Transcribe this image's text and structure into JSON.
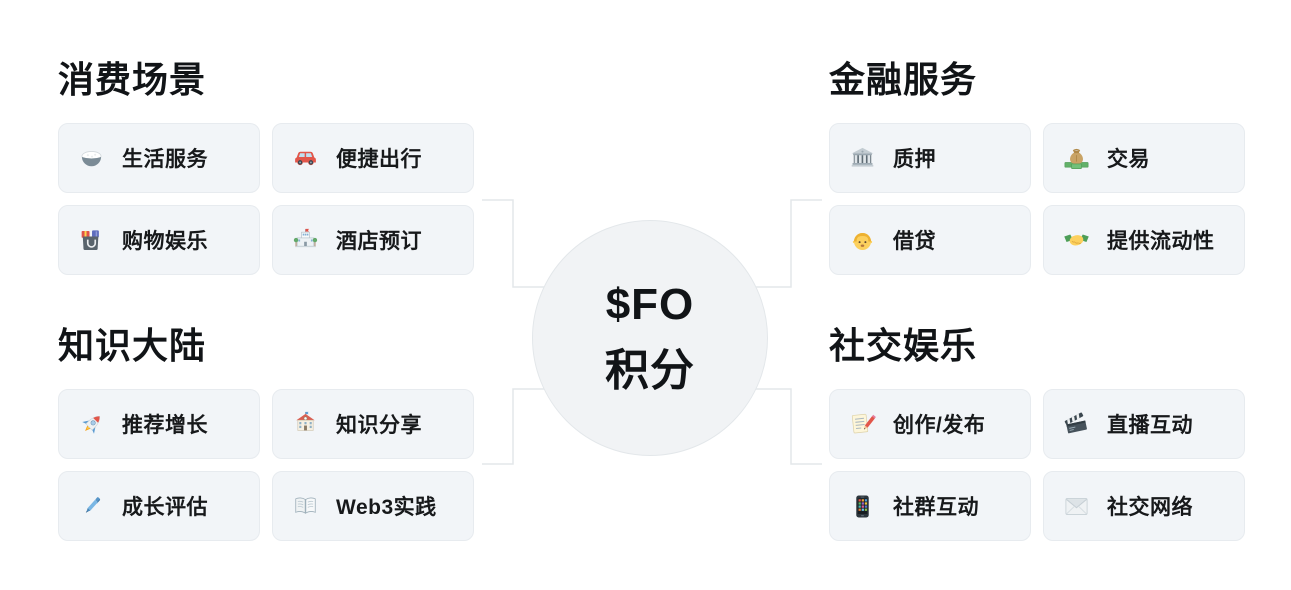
{
  "center": {
    "line1": "$FO",
    "line2": "积分"
  },
  "sections": [
    {
      "id": "consumption",
      "title": "消费场景",
      "items": [
        {
          "label": "生活服务",
          "icon": "rice-bowl-icon"
        },
        {
          "label": "便捷出行",
          "icon": "car-icon"
        },
        {
          "label": "购物娱乐",
          "icon": "shopping-bags-icon"
        },
        {
          "label": "酒店预订",
          "icon": "hotel-icon"
        }
      ]
    },
    {
      "id": "finance",
      "title": "金融服务",
      "items": [
        {
          "label": "质押",
          "icon": "bank-icon"
        },
        {
          "label": "交易",
          "icon": "money-bag-icon"
        },
        {
          "label": "借贷",
          "icon": "person-icon"
        },
        {
          "label": "提供流动性",
          "icon": "handshake-icon"
        }
      ]
    },
    {
      "id": "knowledge",
      "title": "知识大陆",
      "items": [
        {
          "label": "推荐增长",
          "icon": "rocket-icon"
        },
        {
          "label": "知识分享",
          "icon": "school-icon"
        },
        {
          "label": "成长评估",
          "icon": "pen-icon"
        },
        {
          "label": "Web3实践",
          "icon": "open-book-icon"
        }
      ]
    },
    {
      "id": "social",
      "title": "社交娱乐",
      "items": [
        {
          "label": "创作/发布",
          "icon": "memo-pencil-icon"
        },
        {
          "label": "直播互动",
          "icon": "clapperboard-icon"
        },
        {
          "label": "社群互动",
          "icon": "mobile-phone-icon"
        },
        {
          "label": "社交网络",
          "icon": "envelope-icon"
        }
      ]
    }
  ],
  "colors": {
    "node_bg": "#f2f5f8",
    "node_border": "#e7ebef",
    "hub_bg": "#f1f3f5",
    "hub_border": "#e3e7ea",
    "connector": "#e3e7ea",
    "text": "#15181a"
  }
}
